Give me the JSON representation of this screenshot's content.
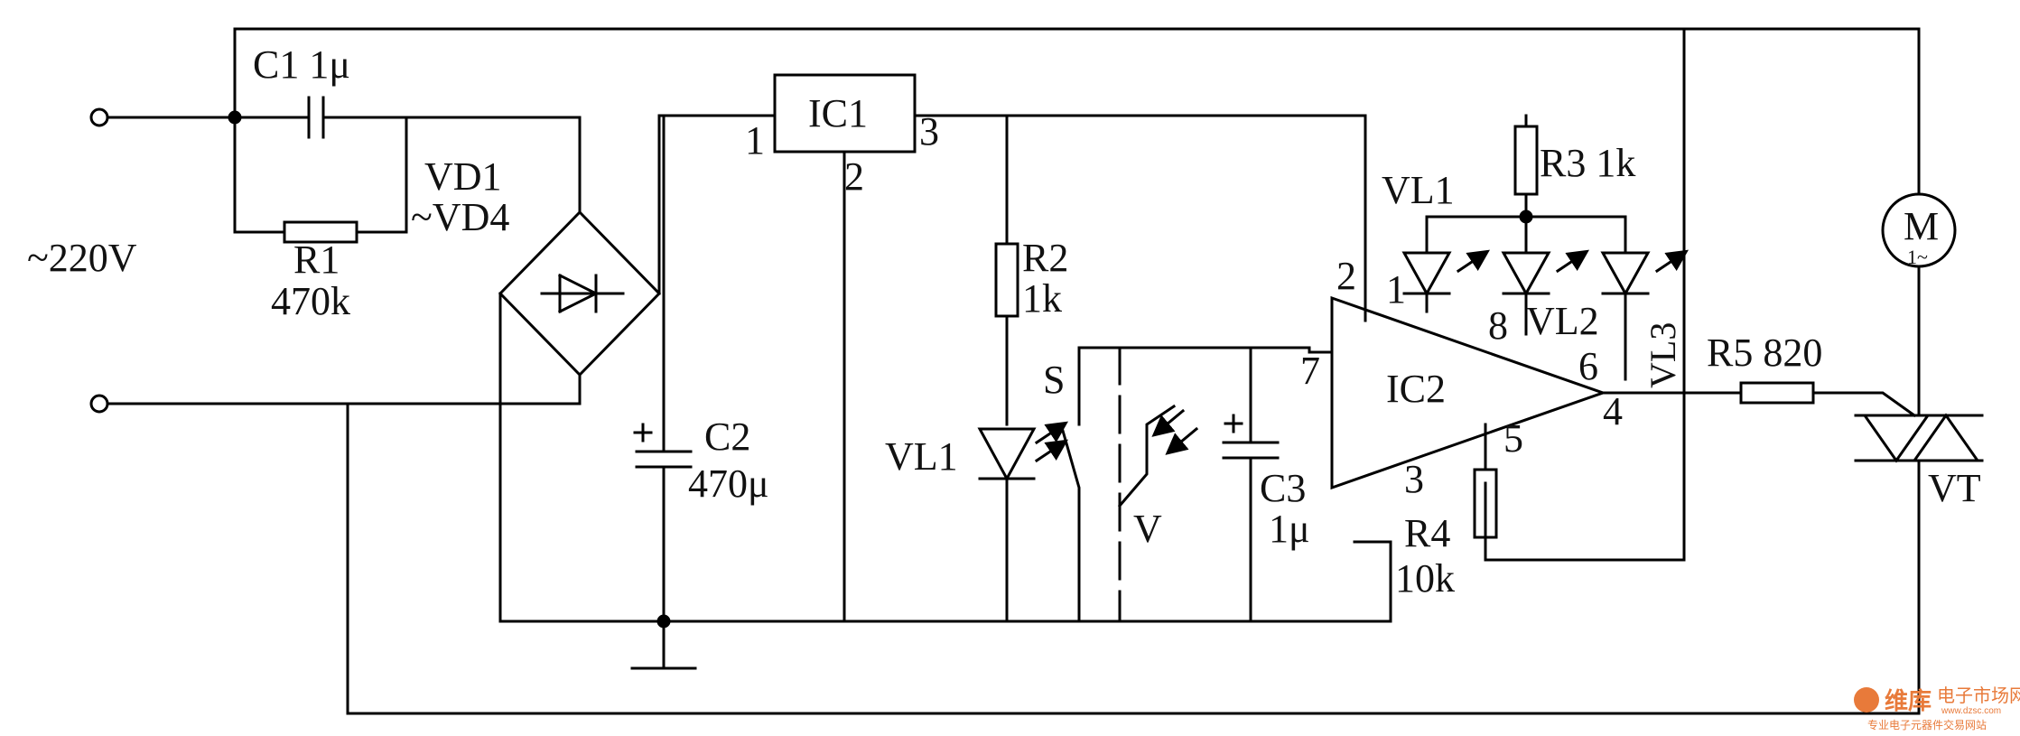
{
  "labels": {
    "c1": "C1 1μ",
    "vd1": "VD1",
    "vd4": "~VD4",
    "ac": "~220V",
    "r1": "R1",
    "r1_val": "470k",
    "c2": "C2",
    "c2_val": "470μ",
    "ic1": "IC1",
    "ic1_pin1": "1",
    "ic1_pin2": "2",
    "ic1_pin3": "3",
    "r2": "R2",
    "r2_val": "1k",
    "vl1_left": "VL1",
    "s": "S",
    "v": "V",
    "c3": "C3",
    "c3_val": "1μ",
    "pin7": "7",
    "pin2": "2",
    "pin3": "3",
    "pin5": "5",
    "pin6": "6",
    "pin4": "4",
    "pin1": "1",
    "pin8": "8",
    "ic2": "IC2",
    "vl1_top": "VL1",
    "vl2": "VL2",
    "vl3": "VL3",
    "r3": "R3 1k",
    "r4": "R4",
    "r4_val": "10k",
    "r5": "R5 820",
    "motor": "M",
    "motor_sub": "1~",
    "vt": "VT"
  },
  "watermark": {
    "brand": "维库",
    "text": "电子市场网",
    "url": "www.dzsc.com",
    "tagline": "专业电子元器件交易网站"
  }
}
